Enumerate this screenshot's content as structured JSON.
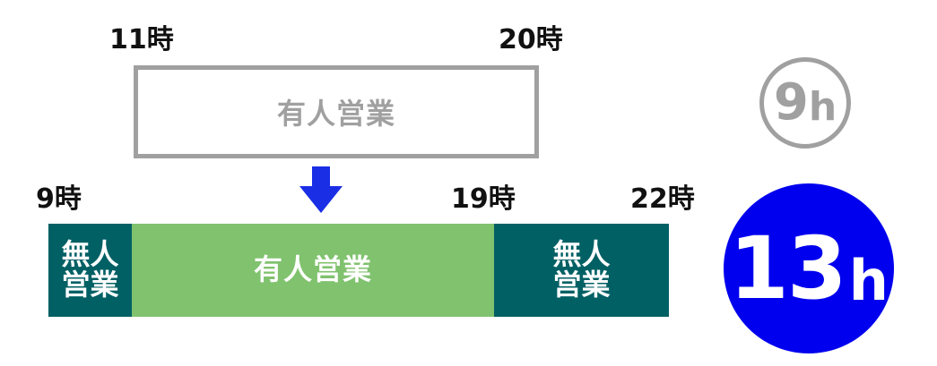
{
  "before": {
    "start_label": "11時",
    "end_label": "20時",
    "segment_label": "有人営業",
    "total_number": "9",
    "total_unit": "h"
  },
  "after": {
    "start_label": "9時",
    "mid_label": "19時",
    "end_label": "22時",
    "unmanned_label": "無人営業",
    "manned_label": "有人営業",
    "total_number": "13",
    "total_unit": "h"
  },
  "colors": {
    "before_gray": "#a0a0a0",
    "unmanned": "#006064",
    "manned": "#80c26e",
    "arrow": "#1a2ee6",
    "highlight": "#0000ee"
  },
  "icons": {
    "arrow": "arrow-down-icon"
  }
}
